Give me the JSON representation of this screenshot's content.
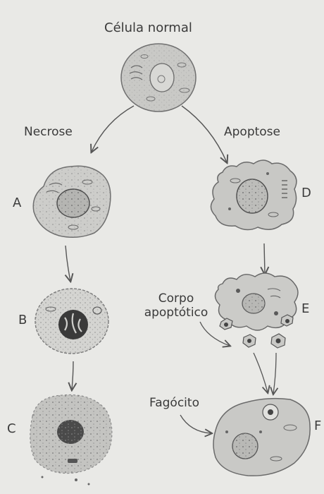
{
  "title": "Célula normal",
  "branches": {
    "left": "Necrose",
    "right": "Apoptose"
  },
  "letters": {
    "a": "A",
    "b": "B",
    "c": "C",
    "d": "D",
    "e": "E",
    "f": "F"
  },
  "annotations": {
    "apoptotic_body_line1": "Corpo",
    "apoptotic_body_line2": "apoptótico",
    "phagocyte": "Fagócito"
  }
}
